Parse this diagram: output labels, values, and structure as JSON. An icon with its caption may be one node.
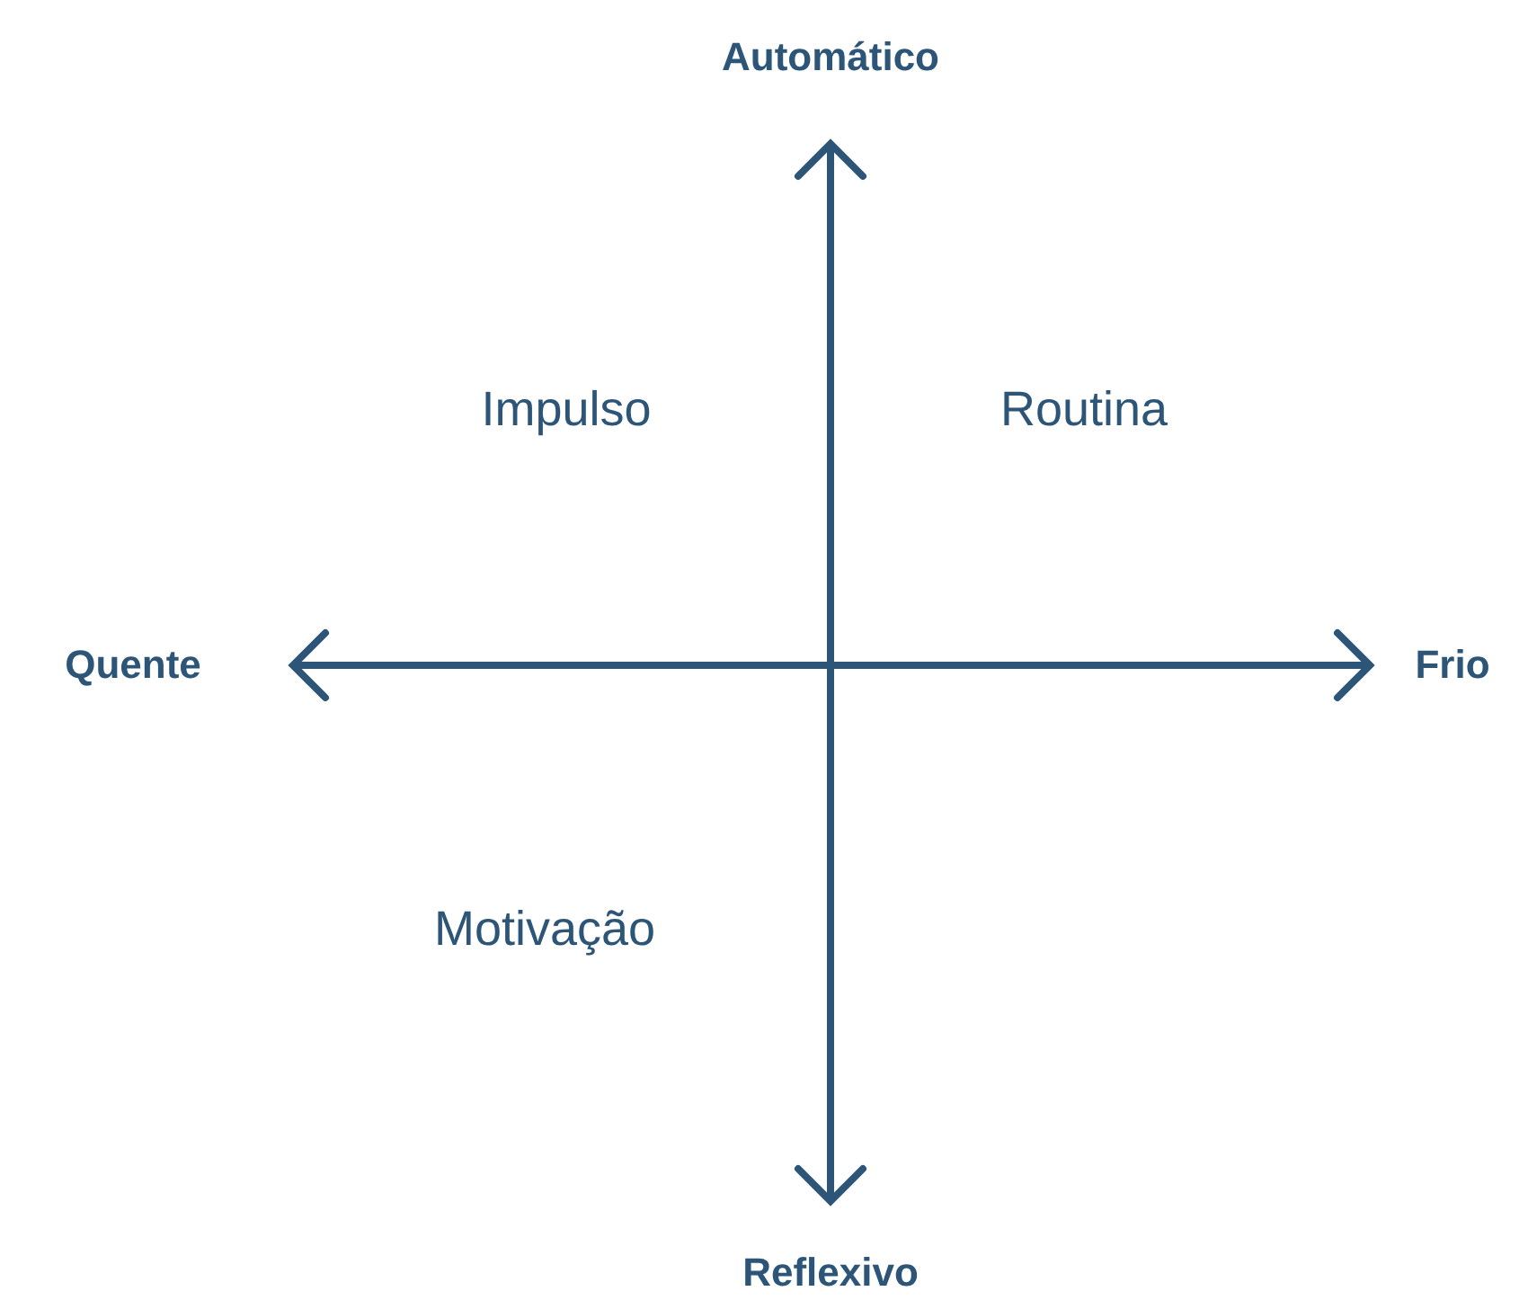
{
  "diagram": {
    "labels": [
      "Automático",
      "Impulso",
      "Routina",
      "Quente",
      "Frio",
      "Motivação",
      "Reflexivo"
    ]
  }
}
